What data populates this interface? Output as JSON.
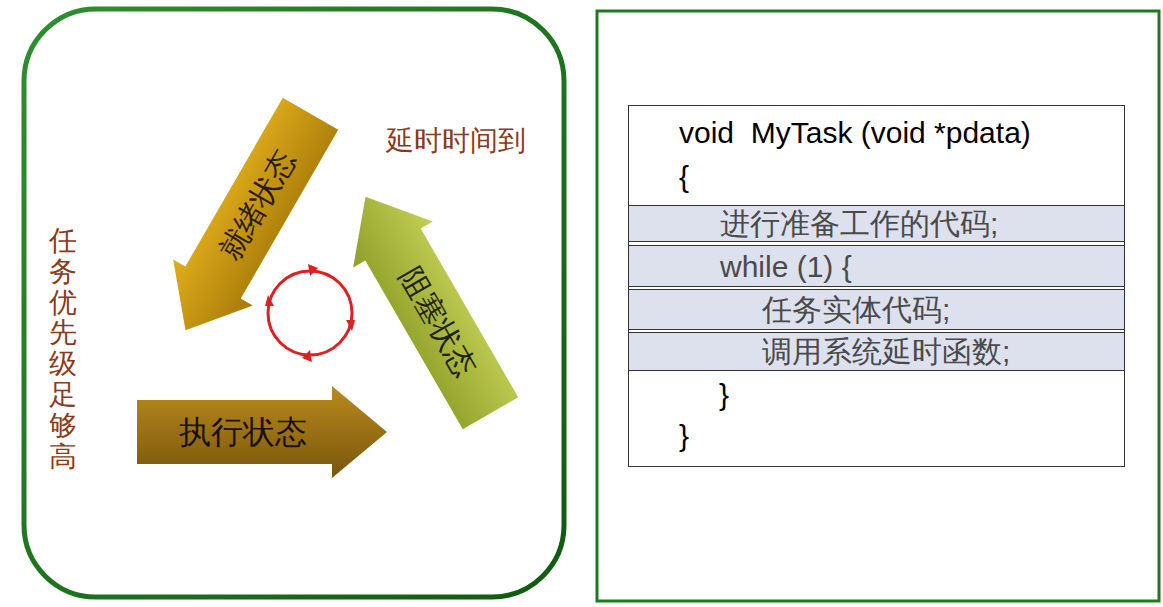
{
  "diagram": {
    "nodes": [
      {
        "text": [
          "就绪状态"
        ]
      },
      {
        "text": [
          "阻塞状态"
        ]
      },
      {
        "text": [
          "执行状态"
        ]
      },
      {
        "text": [
          "void  MyTask (void *pdata)",
          "{",
          "}",
          "}"
        ]
      },
      {
        "text": [
          "进行准备工作的代码;"
        ],
        "in": 3
      },
      {
        "text": [
          "while (1) {"
        ],
        "in": 3
      },
      {
        "text": [
          "任务实体代码;"
        ],
        "in": 3
      },
      {
        "text": [
          "调用系统延时函数;"
        ],
        "in": 3
      }
    ],
    "labels": [
      "延时时间到",
      "任务优先级足够高"
    ]
  }
}
